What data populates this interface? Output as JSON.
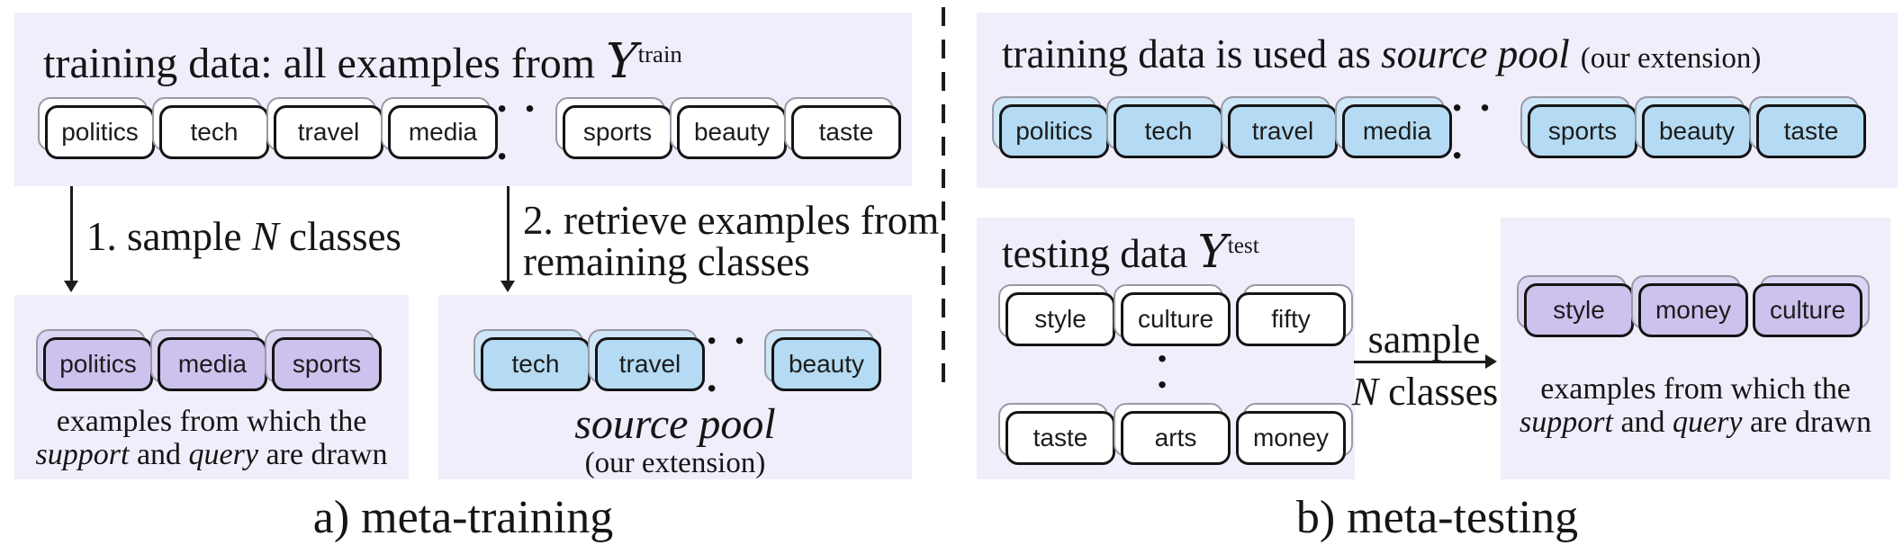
{
  "meta_training": {
    "caption": "a) meta-training",
    "pool": {
      "title_prefix": "training data: all examples from ",
      "symbol": "Y",
      "symbol_sup": "train",
      "pills": [
        "politics",
        "tech",
        "travel",
        "media",
        "sports",
        "beauty",
        "taste"
      ],
      "ellipsis": "· · ·"
    },
    "step1": {
      "pre": "1. sample ",
      "var": "N",
      "post": " classes"
    },
    "step2": {
      "line1": "2. retrieve examples from",
      "line2": "remaining classes"
    },
    "episode": {
      "pills": [
        "politics",
        "media",
        "sports"
      ],
      "caption_line1": "examples from which the",
      "caption_support": "support",
      "caption_and": " and ",
      "caption_query": "query",
      "caption_end": " are drawn"
    },
    "source": {
      "pills": [
        "tech",
        "travel",
        "beauty"
      ],
      "ellipsis": "· · ·",
      "name": "source pool",
      "note": "(our extension)"
    }
  },
  "meta_testing": {
    "caption": "b) meta-testing",
    "pool": {
      "title_prefix": "training data is used as ",
      "title_italic": "source pool",
      "title_note": "(our extension)",
      "pills": [
        "politics",
        "tech",
        "travel",
        "media",
        "sports",
        "beauty",
        "taste"
      ],
      "ellipsis": "· · ·"
    },
    "test": {
      "title_prefix": "testing data ",
      "symbol": "Y",
      "symbol_sup": "test",
      "row1": [
        "style",
        "culture",
        "fifty"
      ],
      "vdots": "·\n·\n·",
      "row2": [
        "taste",
        "arts",
        "money"
      ]
    },
    "sample_arrow": {
      "top": "sample",
      "var": "N",
      "post": " classes"
    },
    "episode": {
      "pills": [
        "style",
        "money",
        "culture"
      ],
      "caption_line1": "examples from which the",
      "caption_support": "support",
      "caption_and": " and ",
      "caption_query": "query",
      "caption_end": " are drawn"
    }
  }
}
